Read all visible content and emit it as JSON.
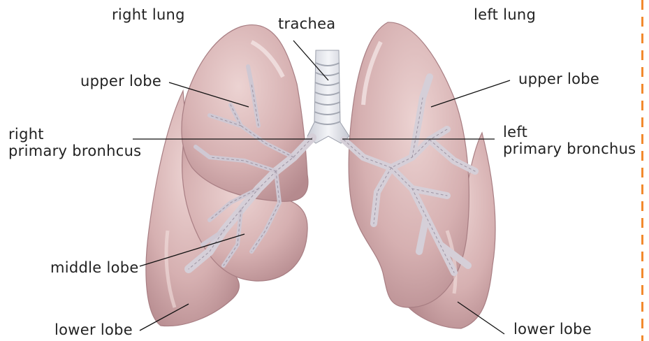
{
  "labels": {
    "right_lung": "right lung",
    "left_lung": "left lung",
    "trachea": "trachea",
    "right_upper_lobe": "upper lobe",
    "left_upper_lobe": "upper lobe",
    "right_primary_line1": "right",
    "right_primary_line2": "primary bronhcus",
    "left_primary_line1": "left",
    "left_primary_line2": "primary bronchus",
    "middle_lobe": "middle lobe",
    "right_lower_lobe": "lower lobe",
    "left_lower_lobe": "lower lobe"
  },
  "colors": {
    "lung_fill": "#d8b3b3",
    "lung_shade": "#b98f92",
    "bronchus_fill": "#e3dde4",
    "bronchus_stroke": "#9c93a2",
    "trachea_fill": "#e6e9ef",
    "leader_line": "#111111",
    "border_dash": "#f28a2e"
  }
}
